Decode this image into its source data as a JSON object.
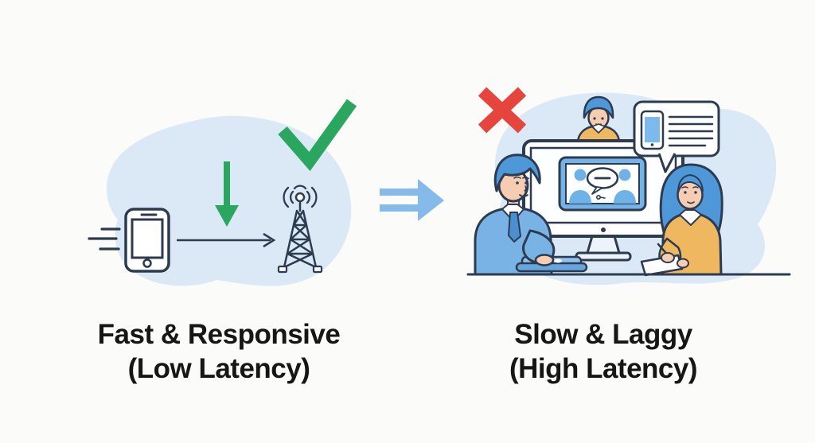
{
  "left_panel": {
    "caption_line1": "Fast & Responsive",
    "caption_line2": "(Low Latency)",
    "icons": [
      "speed-lines-icon",
      "smartphone-icon",
      "signal-arrow-icon",
      "cell-tower-icon",
      "down-arrow-icon",
      "checkmark-icon"
    ]
  },
  "right_panel": {
    "caption_line1": "Slow & Laggy",
    "caption_line2": "(High Latency)",
    "icons": [
      "x-mark-icon",
      "video-call-monitor-icon",
      "chat-bubble-phone-icon",
      "person-on-screen-icon",
      "man-at-laptop-icon",
      "woman-with-tablet-icon"
    ]
  },
  "transition": {
    "icon": "double-right-arrow-icon"
  },
  "colors": {
    "background": "#fbfbf9",
    "blob_blue": "#dbe9f6",
    "outline_navy": "#2c3b50",
    "success_green": "#2ba65f",
    "error_red": "#e5453c",
    "transition_blue": "#85baea",
    "hair_blue": "#4e97d9",
    "sweater_blue": "#79b2e4",
    "sweater_yellow": "#efb75f",
    "skin": "#f7cdb2",
    "screen_frame_blue": "#74b3e8",
    "silhouette_blue": "#6fb2e7"
  }
}
